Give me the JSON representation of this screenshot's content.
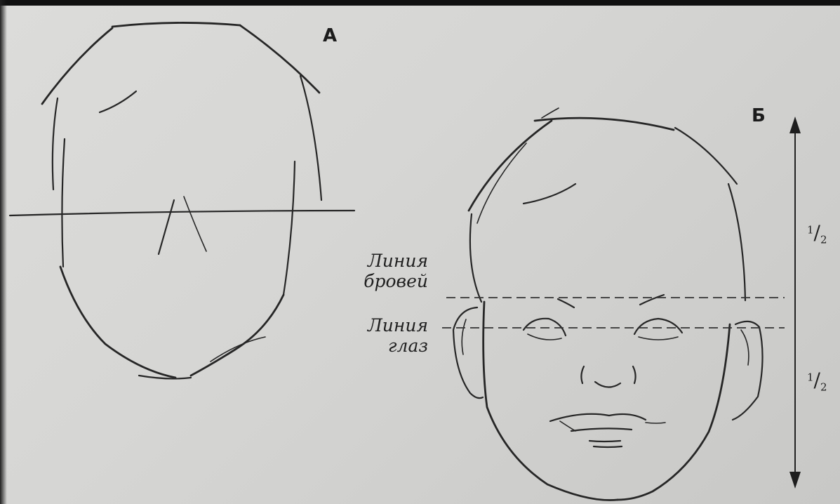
{
  "figure_a": {
    "label": "А"
  },
  "figure_b": {
    "label": "Б",
    "brow_line_caption": {
      "line1": "Линия",
      "line2": "бровей"
    },
    "eye_line_caption": {
      "line1": "Линия",
      "line2": "глаз"
    },
    "upper_fraction": {
      "numerator": "1",
      "slash": "/",
      "denominator": "2"
    },
    "lower_fraction": {
      "numerator": "1",
      "slash": "/",
      "denominator": "2"
    }
  }
}
